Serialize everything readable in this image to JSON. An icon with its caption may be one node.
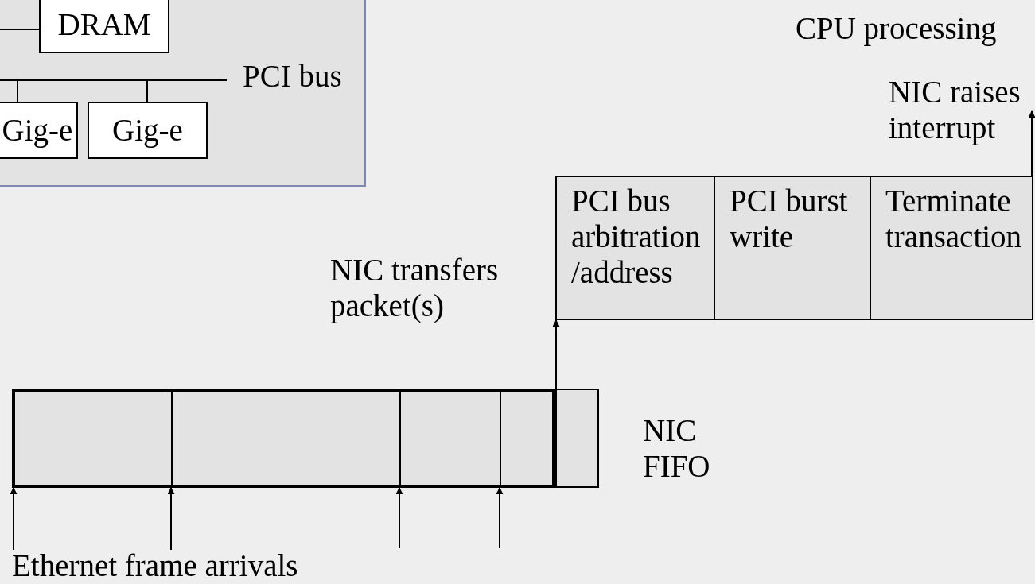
{
  "diagram": {
    "nodes": [
      {
        "text": [],
        "shape": "box"
      },
      {
        "text": [
          "DRAM"
        ],
        "in": 0
      },
      {
        "text": [
          "Gig-e"
        ],
        "in": 0
      },
      {
        "text": [
          "Gig-e"
        ],
        "in": 0
      },
      {
        "text": [],
        "shape": "bar",
        "in": 0,
        "beside": [
          "PCI bus"
        ]
      },
      {
        "text": [
          "PCI bus arbitration /address"
        ]
      },
      {
        "text": [
          "PCI burst write"
        ]
      },
      {
        "text": [
          "Terminate transaction"
        ]
      },
      {
        "text": [],
        "shape": "box"
      },
      {
        "text": [],
        "shape": "box",
        "in": 8
      },
      {
        "text": [],
        "shape": "box",
        "in": 8
      },
      {
        "text": [],
        "shape": "box",
        "in": 8
      },
      {
        "text": [],
        "shape": "box",
        "in": 8
      },
      {
        "text": [],
        "shape": "box",
        "beside": [
          "NIC FIFO"
        ]
      },
      {
        "text": [
          "Ethernet frame arrivals"
        ]
      },
      {
        "text": [
          "NIC raises interrupt"
        ]
      }
    ],
    "edges": [
      {
        "from": null,
        "to": 1,
        "arrow": "none"
      },
      {
        "from": 4,
        "to": 2,
        "arrow": "none"
      },
      {
        "from": 4,
        "to": 3,
        "arrow": "none"
      },
      {
        "from": 7,
        "to": 15,
        "arrow": "to"
      },
      {
        "from": 8,
        "to": 5,
        "arrow": "to",
        "label": "NIC transfers packet(s)"
      },
      {
        "from": 14,
        "to": 9,
        "arrow": "to"
      },
      {
        "from": 14,
        "to": 10,
        "arrow": "to"
      },
      {
        "from": null,
        "to": 11,
        "arrow": "to"
      },
      {
        "from": null,
        "to": 12,
        "arrow": "to"
      }
    ],
    "labels": [
      "CPU processing"
    ]
  }
}
